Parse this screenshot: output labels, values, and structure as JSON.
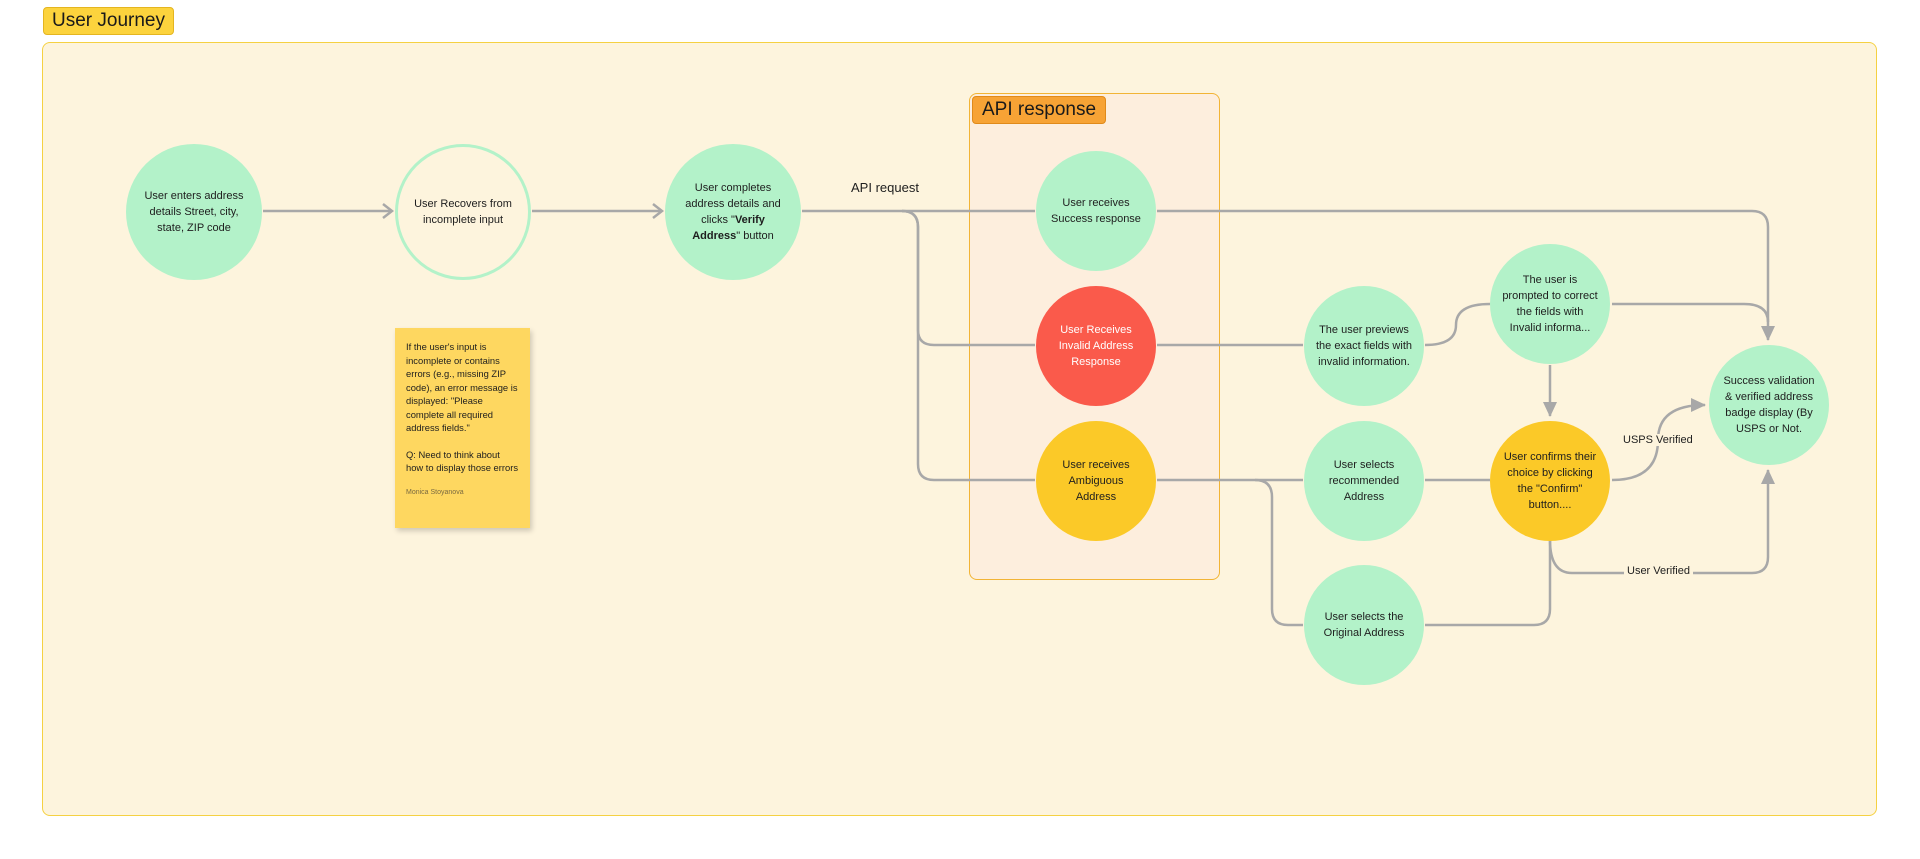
{
  "board": {
    "title": "User Journey",
    "api_section_title": "API response"
  },
  "nodes": {
    "enter_address": "User enters address details Street, city, state, ZIP code",
    "recover_input": "User Recovers from incomplete input",
    "complete_details_pre": "User completes address details and clicks \"",
    "complete_details_bold": "Verify Address",
    "complete_details_post": "\" button",
    "success_response": "User receives Success response",
    "invalid_response": "User Receives Invalid Address Response",
    "ambiguous_address": "User receives Ambiguous Address",
    "preview_fields": "The user previews the exact fields with invalid information.",
    "prompted_correct": "The user is prompted to correct the fields with Invalid informa...",
    "select_recommended": "User selects recommended Address",
    "confirm_choice": "User confirms their choice by clicking the \"Confirm\" button....",
    "select_original": "User selects the Original Address",
    "success_validation": "Success validation & verified address badge display (By USPS or Not."
  },
  "edge_labels": {
    "api_request": "API request",
    "usps_verified": "USPS Verified",
    "user_verified": "User Verified"
  },
  "sticky_note": {
    "body": "If the user's input is incomplete or contains errors (e.g., missing ZIP code), an error message is displayed: \"Please complete all required address fields.\"",
    "question": "Q: Need to think about how to display those errors",
    "author": "Monica Stoyanova"
  },
  "colors": {
    "section_background": "#fdf4dd",
    "section_border": "#f5d142",
    "api_box_background": "#fdeedd",
    "api_box_border": "#f2b435",
    "green_node": "#b3f2c9",
    "red_node": "#fa5a4b",
    "yellow_node": "#fbc928",
    "connector": "#a8a8a8"
  }
}
